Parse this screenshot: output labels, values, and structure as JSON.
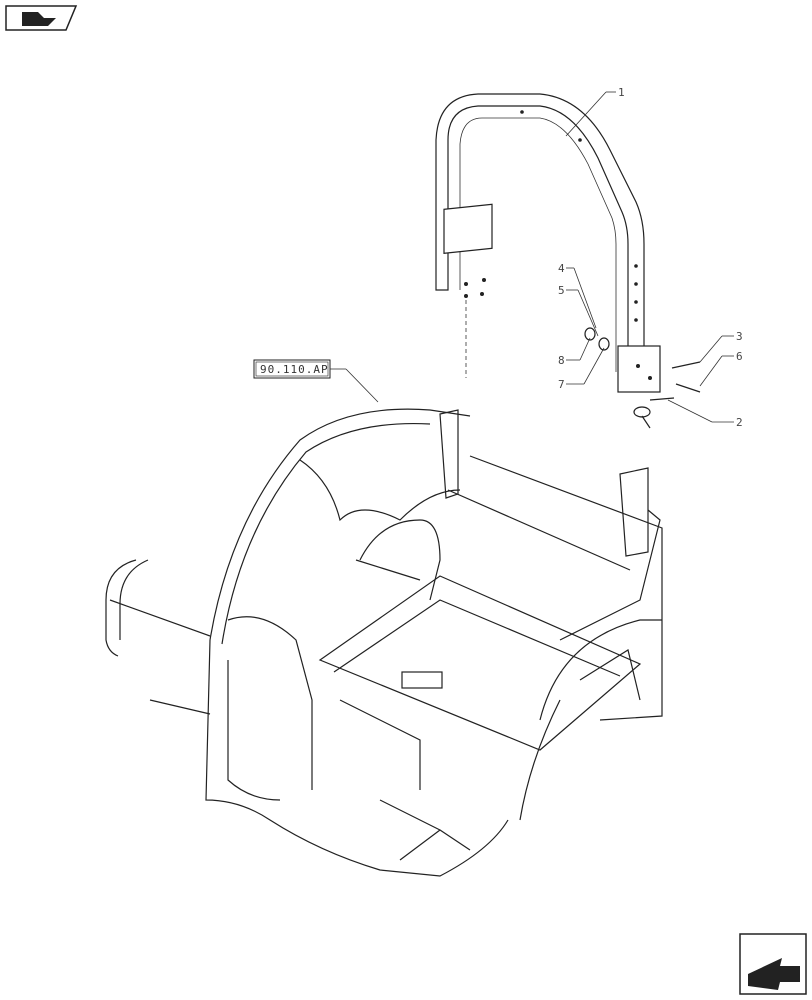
{
  "reference_label": "90.110.AP",
  "callouts": [
    {
      "id": "1",
      "text": "1"
    },
    {
      "id": "2",
      "text": "2"
    },
    {
      "id": "3",
      "text": "3"
    },
    {
      "id": "4",
      "text": "4"
    },
    {
      "id": "5",
      "text": "5"
    },
    {
      "id": "6",
      "text": "6"
    },
    {
      "id": "7",
      "text": "7"
    },
    {
      "id": "8",
      "text": "8"
    }
  ],
  "icons": {
    "top_left": "book-hand-icon",
    "bottom_right": "next-page-arrow-icon"
  }
}
